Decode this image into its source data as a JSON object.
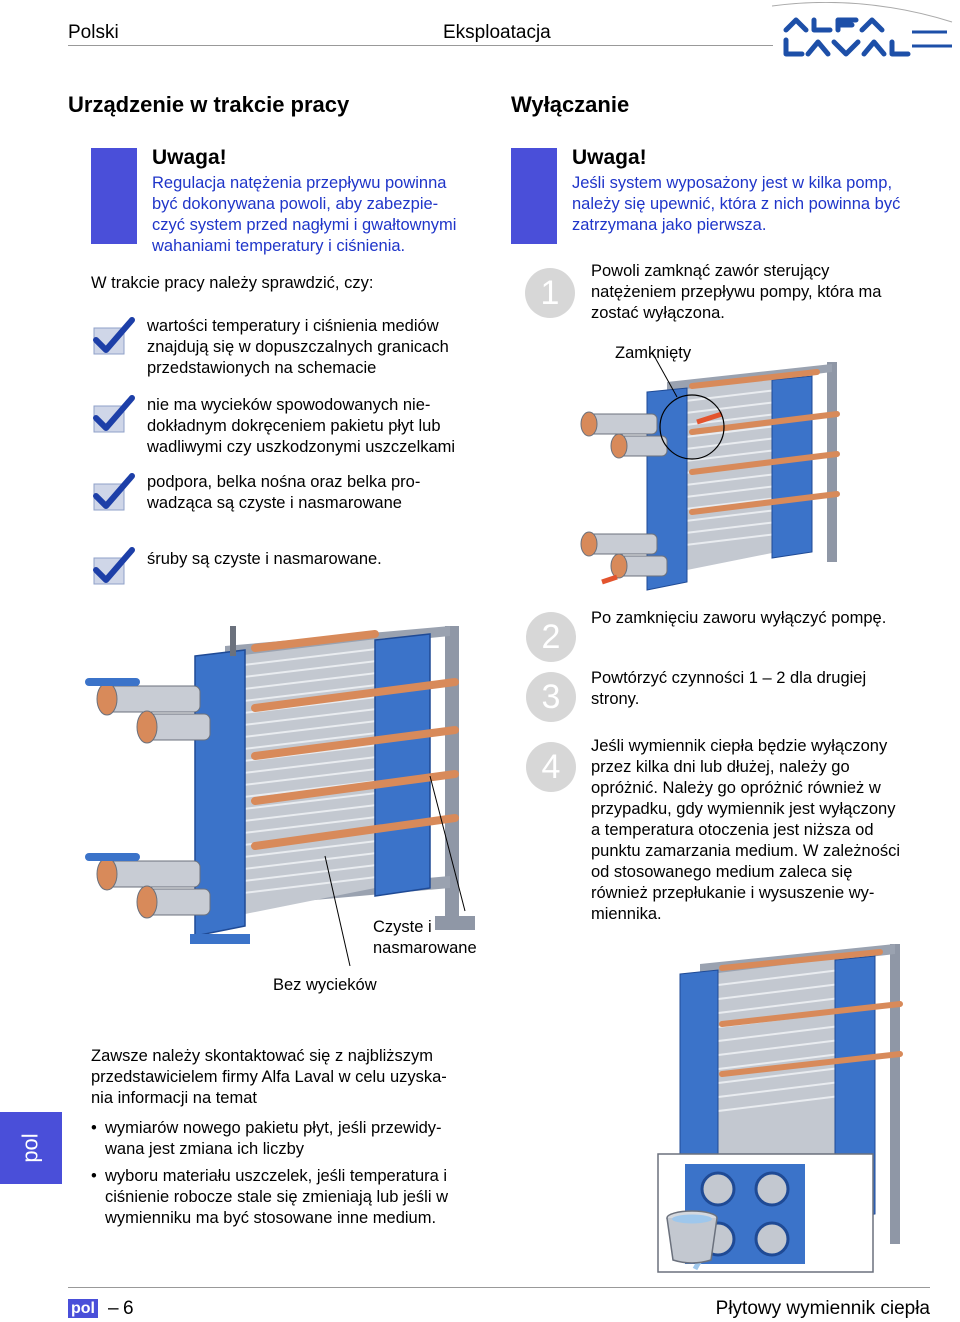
{
  "header": {
    "language": "Polski",
    "section": "Eksploatacja"
  },
  "left": {
    "title": "Urządzenie w trakcie pracy",
    "warning": {
      "title": "Uwaga!",
      "lines": [
        "Regulacja natężenia przepływu powinna",
        "być dokonywana powoli, aby zabezpie-",
        "czyć system przed nagłymi i gwałtownymi",
        "wahaniami temperatury i ciśnienia."
      ]
    },
    "intro": "W trakcie pracy należy sprawdzić, czy:",
    "checks": [
      {
        "lines": [
          "wartości temperatury i ciśnienia mediów",
          "znajdują się w dopuszczalnych granicach",
          "przedstawionych na schemacie"
        ]
      },
      {
        "lines": [
          "nie ma wycieków spowodowanych nie-",
          "dokładnym dokręceniem pakietu płyt lub",
          "wadliwymi czy uszkodzonymi uszczelkami"
        ]
      },
      {
        "lines": [
          "podpora, belka nośna oraz belka pro-",
          "wadząca są czyste i nasmarowane"
        ]
      },
      {
        "lines": [
          "śruby są czyste i nasmarowane."
        ]
      }
    ],
    "figure_labels": {
      "clean": [
        "Czyste i",
        "nasmarowane"
      ],
      "noleak": "Bez wycieków"
    }
  },
  "right": {
    "title": "Wyłączanie",
    "warning": {
      "title": "Uwaga!",
      "lines": [
        "Jeśli system wyposażony jest w kilka pomp,",
        "należy się upewnić, która z nich powinna być",
        "zatrzymana jako pierwsza."
      ]
    },
    "steps": [
      {
        "num": "1",
        "lines": [
          "Powoli zamknąć zawór sterujący",
          "natężeniem przepływu pompy, która ma",
          "zostać wyłączona."
        ]
      },
      {
        "num": "2",
        "lines": [
          "Po zamknięciu zaworu wyłączyć pompę."
        ]
      },
      {
        "num": "3",
        "lines": [
          "Powtórzyć czynności 1 – 2 dla drugiej",
          "strony."
        ]
      },
      {
        "num": "4",
        "lines": [
          "Jeśli wymiennik ciepła będzie wyłączony",
          "przez kilka dni lub dłużej, należy go",
          "opróżnić. Należy go opróżnić również w",
          "przypadku, gdy wymiennik jest wyłączony",
          "a temperatura otoczenia jest niższa od",
          "punktu zamarzania medium. W zależności",
          "od stosowanego medium zaleca się",
          "również przepłukanie i wysuszenie wy-",
          "miennika."
        ]
      }
    ],
    "figure_label": "Zamknięty"
  },
  "contact": {
    "intro": [
      "Zawsze należy skontaktować się z najbliższym",
      "przedstawicielem firmy Alfa Laval w celu uzyska-",
      "nia informacji na temat"
    ],
    "bullets": [
      [
        "wymiarów nowego pakietu płyt, jeśli przewidy-",
        "wana jest zmiana ich liczby"
      ],
      [
        "wyboru materiału uszczelek, jeśli temperatura i",
        "ciśnienie robocze stale się zmieniają lub jeśli w",
        "wymienniku ma być stosowane inne medium."
      ]
    ]
  },
  "side_tab": "pol",
  "footer": {
    "lang": "pol",
    "sep": "–",
    "page": "6",
    "title": "Płytowy wymiennik ciepła"
  },
  "colors": {
    "accent": "#4a4fd9",
    "warning_text": "#1f35c9",
    "frame": "#3b73c9",
    "pipe": "#d88a5a"
  },
  "icons": [
    "alfa-laval-logo",
    "checkmark-icon",
    "heat-exchanger-illustration",
    "bucket-icon"
  ]
}
